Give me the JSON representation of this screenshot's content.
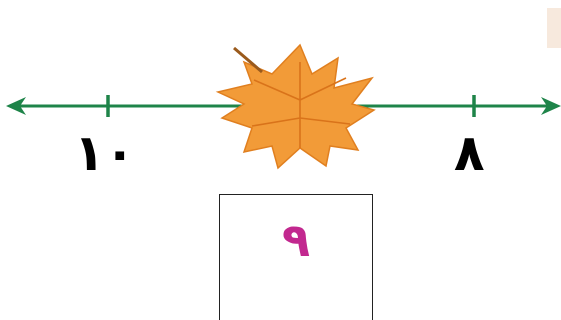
{
  "number_line": {
    "labels": [
      {
        "value": 10,
        "text": "١٠"
      },
      {
        "value": 8,
        "text": "٨"
      }
    ],
    "line_color": "#1e8449"
  },
  "leaf": {
    "icon": "maple-leaf-icon",
    "color": "#f29b38"
  },
  "answer": {
    "text": "٩",
    "color": "#c2288f"
  }
}
